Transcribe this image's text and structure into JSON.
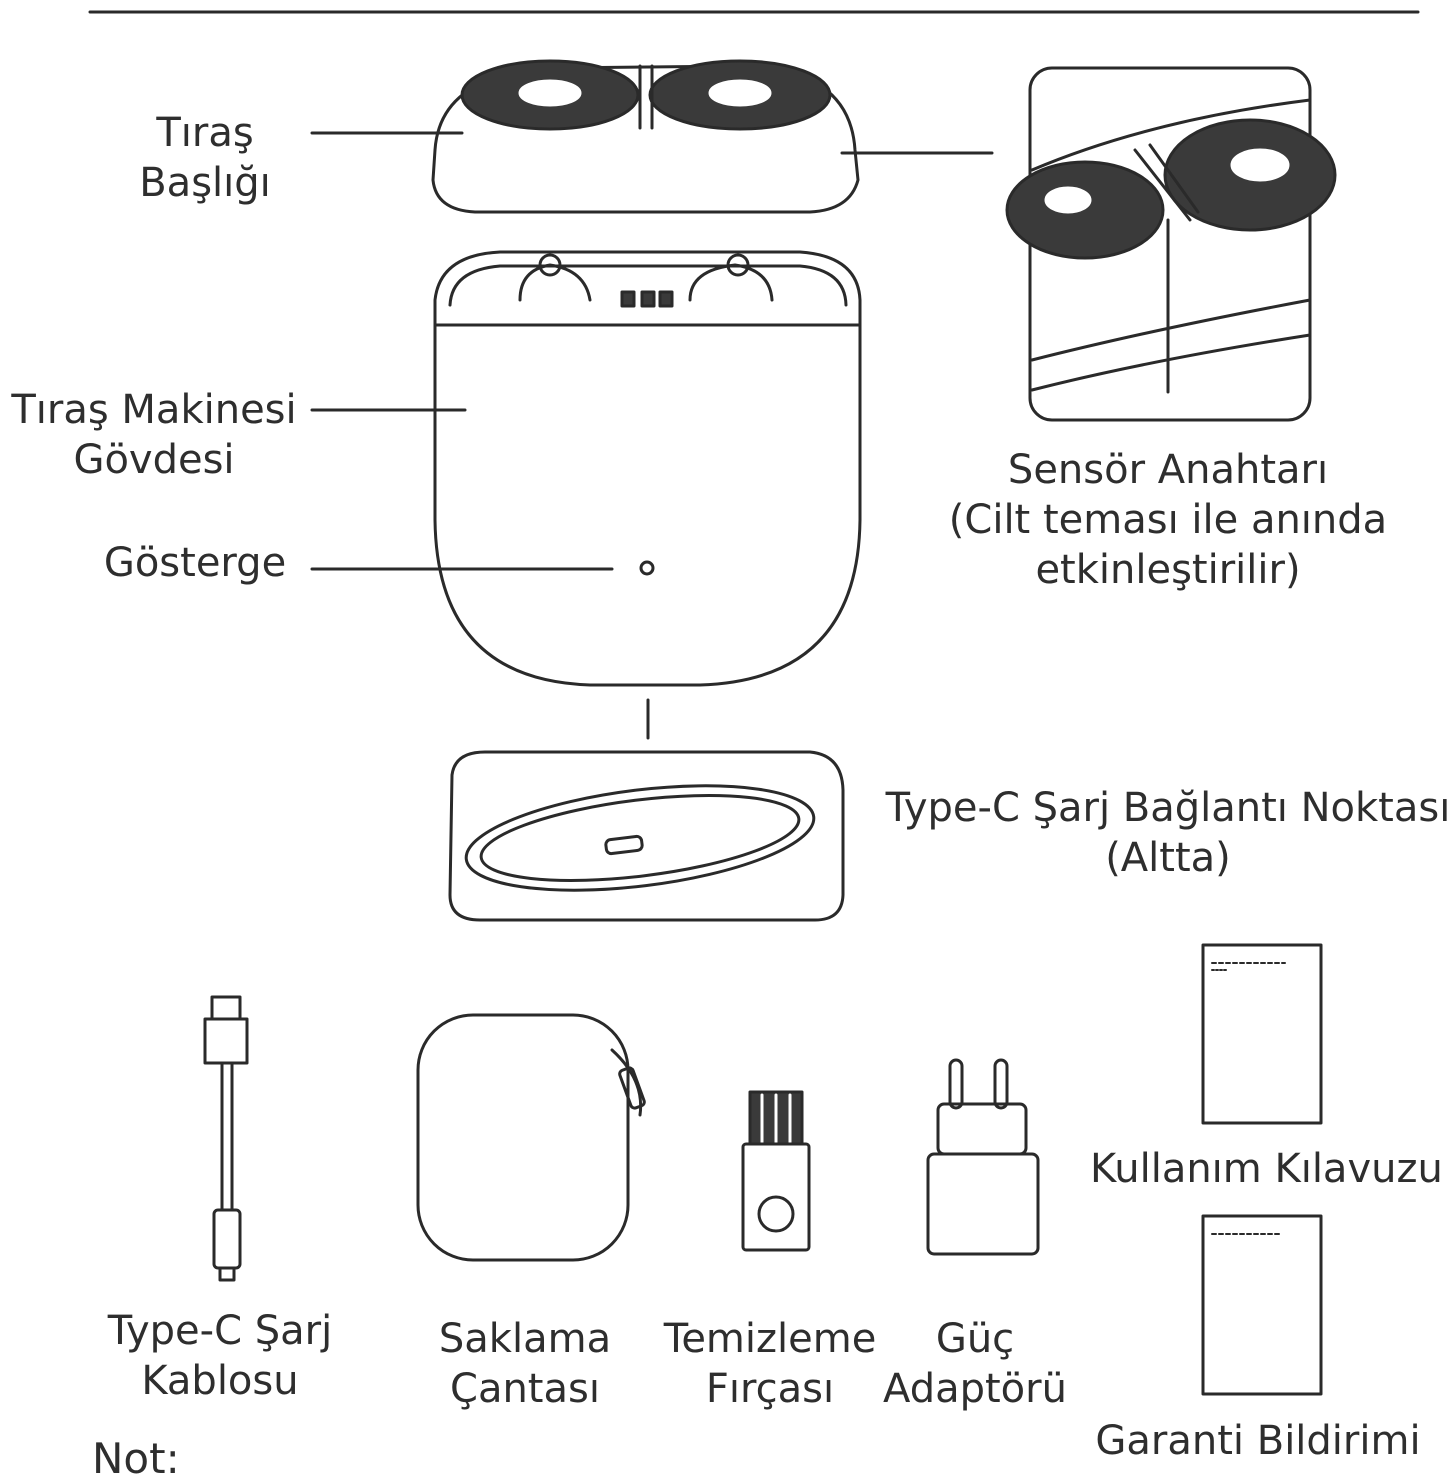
{
  "labels": {
    "tiras_basligi": [
      "Tıraş",
      "Başlığı"
    ],
    "govde": [
      "Tıraş Makinesi",
      "Gövdesi"
    ],
    "gosterge": "Gösterge",
    "sensor": [
      "Sensör Anahtarı",
      "(Cilt teması ile anında",
      "etkinleştirilir)"
    ],
    "type_c_port": [
      "Type-C Şarj Bağlantı Noktası",
      "(Altta)"
    ],
    "kablo": [
      "Type-C Şarj",
      "Kablosu"
    ],
    "canta": [
      "Saklama",
      "Çantası"
    ],
    "firca": [
      "Temizleme",
      "Fırçası"
    ],
    "adaptor": [
      "Güç",
      "Adaptörü"
    ],
    "kilavuz": "Kullanım Kılavuzu",
    "garanti": "Garanti Bildirimi",
    "not": "Not:"
  }
}
